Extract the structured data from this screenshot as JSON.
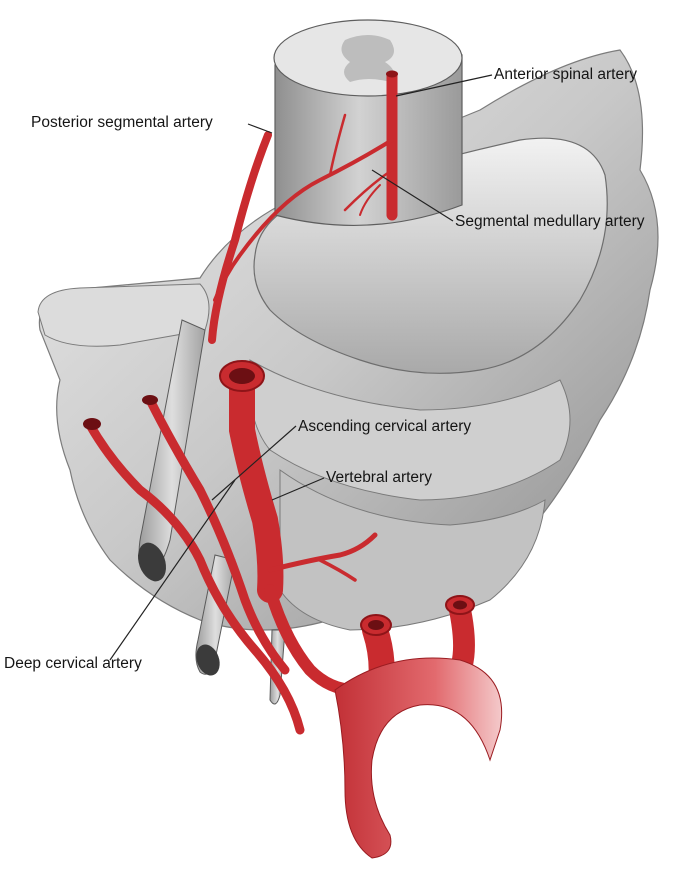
{
  "labels": {
    "anterior_spinal_artery": "Anterior spinal artery",
    "posterior_segmental_artery": "Posterior segmental artery",
    "segmental_medullary_artery": "Segmental medullary artery",
    "ascending_cervical_artery": "Ascending cervical artery",
    "vertebral_artery": "Vertebral artery",
    "deep_cervical_artery": "Deep cervical artery"
  },
  "colors": {
    "artery": "#c92b2f",
    "artery_dark": "#8e1418",
    "aorta": "#d9575c",
    "bone": "#c9c9c9",
    "bone_shadow": "#8f8f8f",
    "leader_line": "#222222"
  }
}
